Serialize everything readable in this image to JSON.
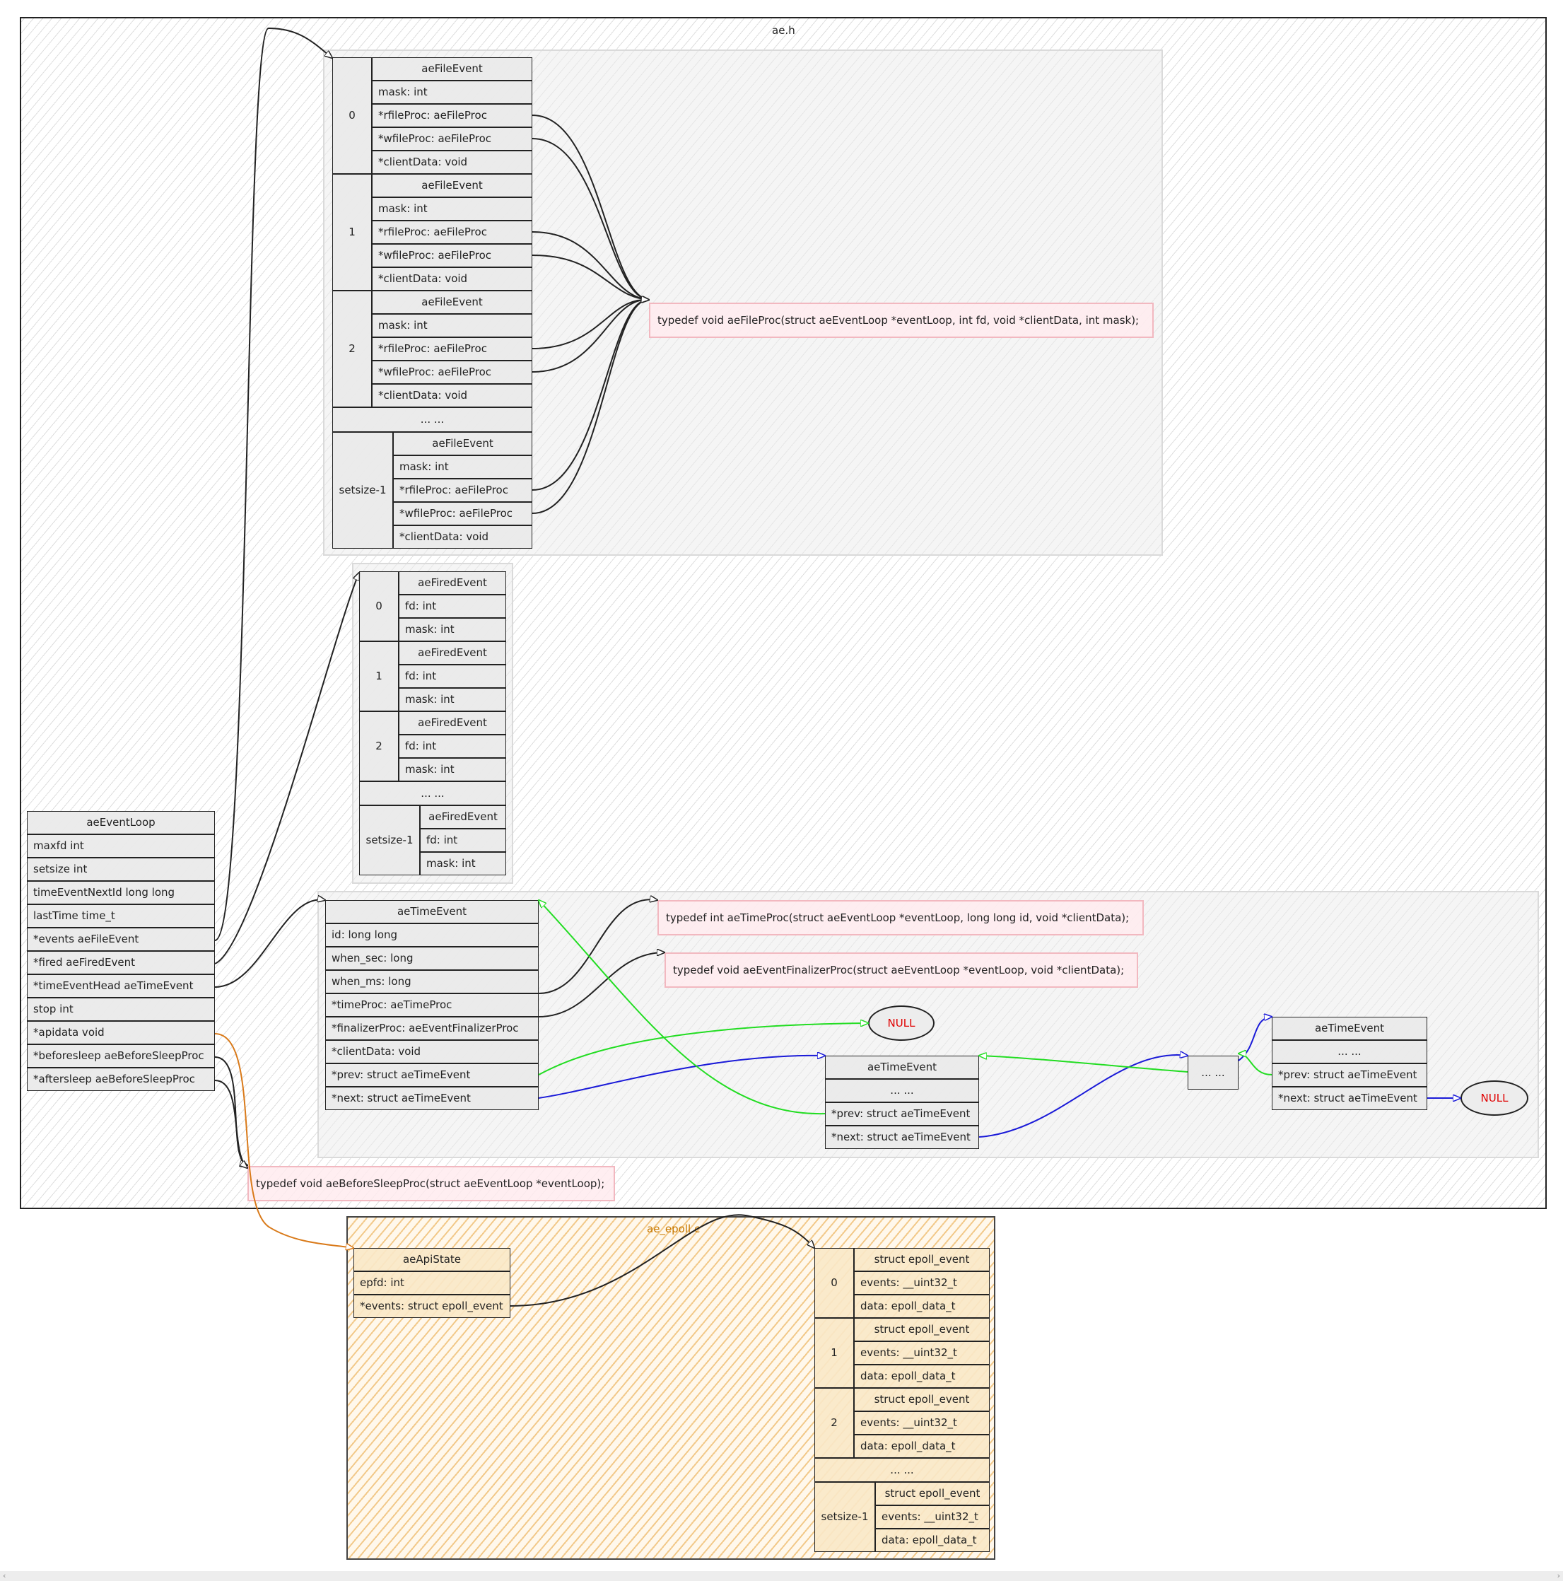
{
  "frames": {
    "ae_h": "ae.h",
    "ae_epoll_c": "ae_epoll.c"
  },
  "event_loop": {
    "title": "aeEventLoop",
    "fields": [
      "maxfd int",
      "setsize int",
      "timeEventNextId long long",
      "lastTime time_t",
      "*events aeFileEvent",
      "*fired aeFiredEvent",
      "*timeEventHead aeTimeEvent",
      "stop int",
      "*apidata void",
      "*beforesleep aeBeforeSleepProc",
      "*aftersleep aeBeforeSleepProc"
    ]
  },
  "file_events": {
    "struct_name": "aeFileEvent",
    "indices": [
      "0",
      "1",
      "2",
      "setsize-1"
    ],
    "fields": [
      "mask: int",
      "*rfileProc: aeFileProc",
      "*wfileProc: aeFileProc",
      "*clientData: void"
    ],
    "ellipsis": "... ..."
  },
  "fired_events": {
    "struct_name": "aeFiredEvent",
    "indices": [
      "0",
      "1",
      "2",
      "setsize-1"
    ],
    "fields": [
      "fd: int",
      "mask: int"
    ],
    "ellipsis": "... ..."
  },
  "time_event": {
    "title": "aeTimeEvent",
    "fields": [
      "id: long long",
      "when_sec: long",
      "when_ms: long",
      "*timeProc: aeTimeProc",
      "*finalizerProc: aeEventFinalizerProc",
      "*clientData: void",
      "*prev: struct aeTimeEvent",
      "*next: struct aeTimeEvent"
    ]
  },
  "time_event_node_2": {
    "title": "aeTimeEvent",
    "ellipsis": "... ...",
    "prev": "*prev: struct aeTimeEvent",
    "next": "*next: struct aeTimeEvent"
  },
  "time_event_dots": "... ...",
  "time_event_node_last": {
    "title": "aeTimeEvent",
    "ellipsis": "... ...",
    "prev": "*prev: struct aeTimeEvent",
    "next": "*next: struct aeTimeEvent"
  },
  "null_label": "NULL",
  "typedefs": {
    "file_proc": "typedef void aeFileProc(struct aeEventLoop *eventLoop, int fd, void *clientData, int mask);",
    "time_proc": "typedef int aeTimeProc(struct aeEventLoop *eventLoop, long long id, void *clientData);",
    "finalizer_proc": "typedef void aeEventFinalizerProc(struct aeEventLoop *eventLoop, void *clientData);",
    "before_sleep_proc": "typedef void aeBeforeSleepProc(struct aeEventLoop *eventLoop);"
  },
  "api_state": {
    "title": "aeApiState",
    "fields": [
      "epfd: int",
      "*events: struct epoll_event"
    ]
  },
  "epoll_events": {
    "struct_name": "struct epoll_event",
    "indices": [
      "0",
      "1",
      "2",
      "setsize-1"
    ],
    "fields": [
      "events: __uint32_t",
      "data: epoll_data_t"
    ],
    "ellipsis": "... ..."
  },
  "colors": {
    "frame_border": "#222222",
    "epoll_frame": "#f2c98a",
    "typedef_border": "#f2b8c0",
    "null_text": "#e00000",
    "prev_link": "#22dd22",
    "next_link": "#1a1ad8",
    "apidata_link": "#d97a1a"
  },
  "footer": {
    "left": "‹",
    "right": "›"
  }
}
